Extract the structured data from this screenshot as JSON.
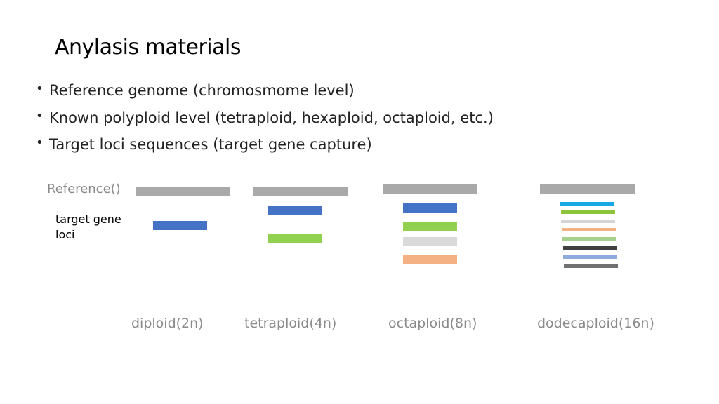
{
  "title": "Anylasis materials",
  "bullets": [
    "Reference genome (chromosmome level)",
    "Known polyploid level (tetraploid, hexaploid, octaploid, etc.)",
    "Target loci sequences (target gene capture)"
  ],
  "diagram": {
    "reference_label": "Reference()",
    "target_label": "target gene loci",
    "reference_color": "#a9a9a9",
    "groups": [
      {
        "caption": "diploid(2n)",
        "loci_colors": [
          "#4472c4"
        ]
      },
      {
        "caption": "tetraploid(4n)",
        "loci_colors": [
          "#4472c4",
          "#92d050"
        ]
      },
      {
        "caption": "octaploid(8n)",
        "loci_colors": [
          "#4472c4",
          "#92d050",
          "#d9d9d9",
          "#f4b183"
        ]
      },
      {
        "caption": "dodecaploid(16n)",
        "loci_colors": [
          "#17a8e3",
          "#8cc43c",
          "#d4d4d4",
          "#f4b183",
          "#a9d18e",
          "#404040",
          "#8faadc",
          "#707070"
        ]
      }
    ]
  }
}
